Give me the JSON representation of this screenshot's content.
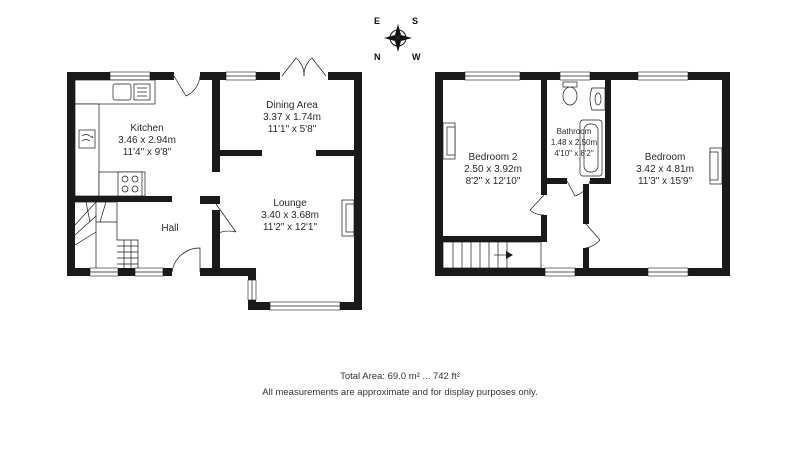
{
  "compass": {
    "e": "E",
    "s": "S",
    "n": "N",
    "w": "W"
  },
  "ground_floor": {
    "kitchen": {
      "name": "Kitchen",
      "metric": "3.46 x 2.94m",
      "imperial": "11'4\" x 9'8\""
    },
    "dining": {
      "name": "Dining Area",
      "metric": "3.37 x 1.74m",
      "imperial": "11'1\" x 5'8\""
    },
    "lounge": {
      "name": "Lounge",
      "metric": "3.40 x 3.68m",
      "imperial": "11'2\" x 12'1\""
    },
    "hall": {
      "name": "Hall"
    }
  },
  "first_floor": {
    "bedroom2": {
      "name": "Bedroom 2",
      "metric": "2.50 x 3.92m",
      "imperial": "8'2\" x 12'10\""
    },
    "bathroom": {
      "name": "Bathroom",
      "metric": "1.48 x 2.50m",
      "imperial": "4'10\" x 8'2\""
    },
    "bedroom": {
      "name": "Bedroom",
      "metric": "3.42 x 4.81m",
      "imperial": "11'3\" x 15'9\""
    }
  },
  "footer": {
    "total_area": "Total Area: 69.0 m² ... 742 ft²",
    "disclaimer": "All measurements are approximate and for display purposes only."
  }
}
